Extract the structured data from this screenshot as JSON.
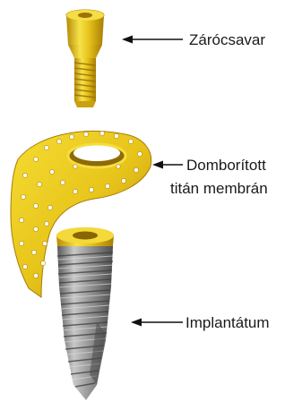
{
  "labels": {
    "screw": "Zárócsavar",
    "membrane_line1": "Domborított",
    "membrane_line2": "titán membrán",
    "implant": "Implantátum"
  },
  "colors": {
    "gold_light": "#f6e24a",
    "gold_mid": "#e2bf13",
    "gold_dark": "#b58a06",
    "titanium_light": "#c4c4c4",
    "titanium_mid": "#8d8d8d",
    "titanium_dark": "#575757",
    "arrow": "#111111",
    "text": "#1a1a1a"
  }
}
